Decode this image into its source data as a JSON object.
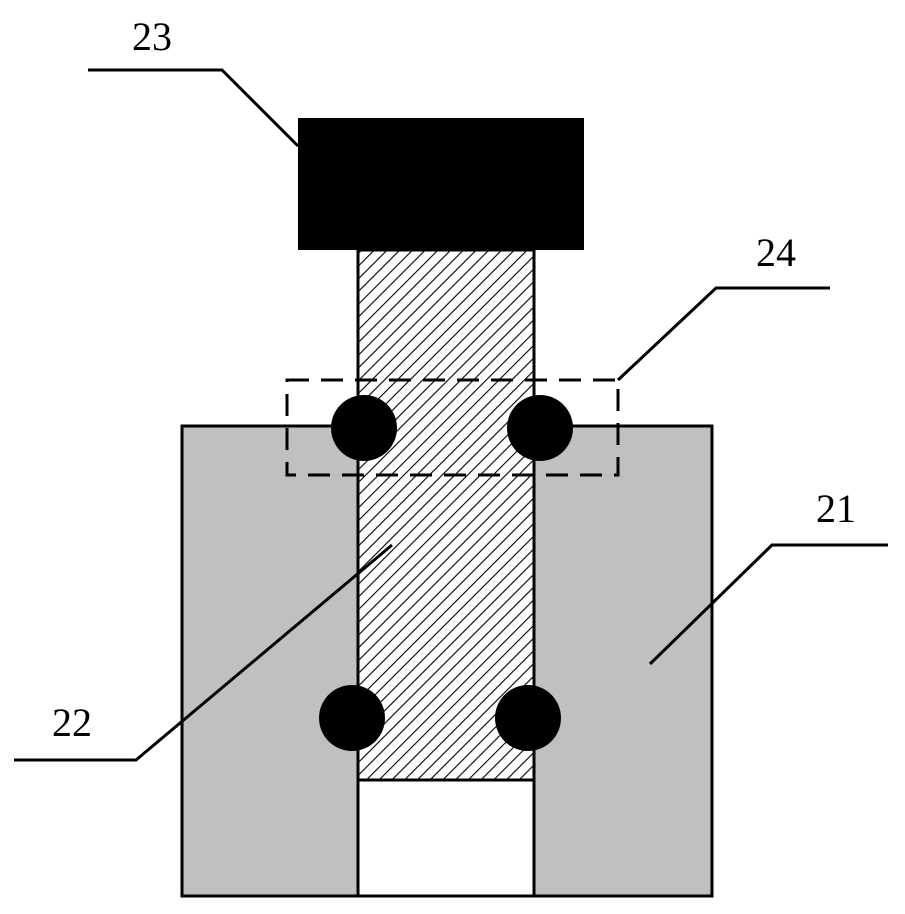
{
  "labels": {
    "housing": "21",
    "shaft": "22",
    "cap": "23",
    "seal_region": "24"
  },
  "colors": {
    "housing_fill": "#c0c0c0",
    "cap_fill": "#000000",
    "hatch_line": "#000000",
    "ball_fill": "#000000",
    "outline": "#000000",
    "background": "#ffffff"
  }
}
